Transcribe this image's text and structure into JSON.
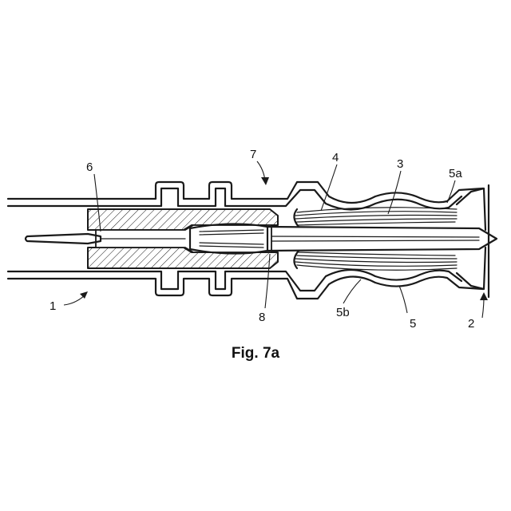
{
  "figure": {
    "caption": "Fig. 7a",
    "labels": {
      "l1": "1",
      "l2": "2",
      "l3": "3",
      "l4": "4",
      "l5": "5",
      "l5a": "5a",
      "l5b": "5b",
      "l6": "6",
      "l7": "7",
      "l8": "8"
    }
  }
}
